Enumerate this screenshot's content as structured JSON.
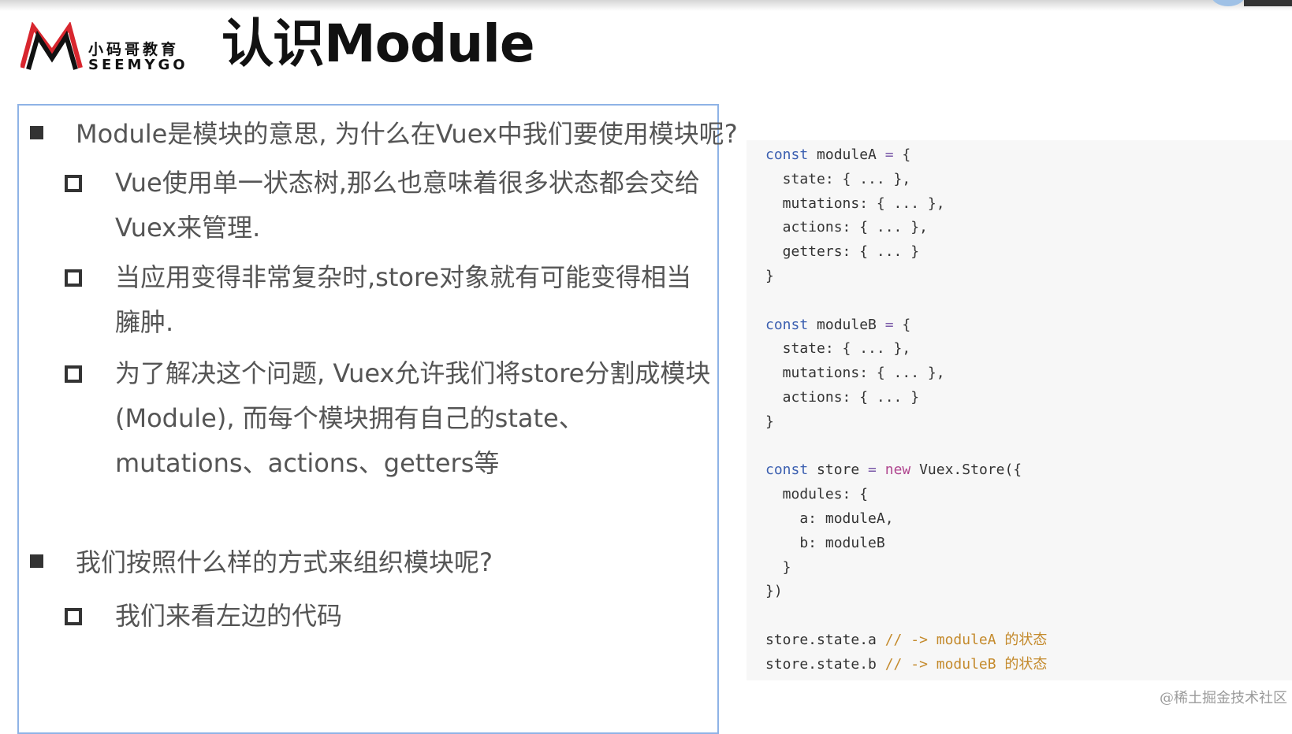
{
  "header": {
    "logo_cn": "小码哥教育",
    "logo_en": "SEEMYGO",
    "title": "认识Module"
  },
  "bullets": {
    "q1": "Module是模块的意思, 为什么在Vuex中我们要使用模块呢?",
    "q1_sub1": "Vue使用单一状态树,那么也意味着很多状态都会交给Vuex来管理.",
    "q1_sub2": "当应用变得非常复杂时,store对象就有可能变得相当臃肿.",
    "q1_sub3": "为了解决这个问题, Vuex允许我们将store分割成模块(Module), 而每个模块拥有自己的state、mutations、actions、getters等",
    "q2": "我们按照什么样的方式来组织模块呢?",
    "q2_sub1": "我们来看左边的代码"
  },
  "code": {
    "lines": [
      "const moduleA = {",
      "  state: { ... },",
      "  mutations: { ... },",
      "  actions: { ... },",
      "  getters: { ... }",
      "}",
      "",
      "const moduleB = {",
      "  state: { ... },",
      "  mutations: { ... },",
      "  actions: { ... }",
      "}",
      "",
      "const store = new Vuex.Store({",
      "  modules: {",
      "    a: moduleA,",
      "    b: moduleB",
      "  }",
      "})",
      "",
      "store.state.a // -> moduleA 的状态",
      "store.state.b // -> moduleB 的状态"
    ]
  },
  "watermark": "@稀土掘金技术社区",
  "colors": {
    "panel_border": "#8fb3e6",
    "code_bg": "#f7f7f7",
    "keyword": "#3b5fb0",
    "comment": "#c48a2c",
    "logo_red": "#d8262e"
  }
}
